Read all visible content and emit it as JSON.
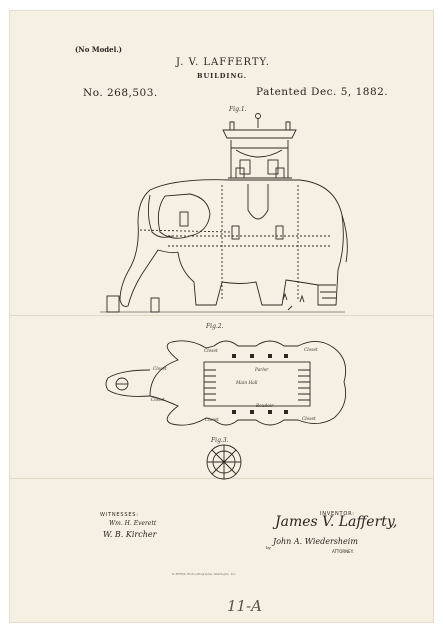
{
  "header": {
    "no_model": "(No Model.)",
    "inventor": "J. V. LAFFERTY.",
    "title": "BUILDING.",
    "patent_number": "No. 268,503.",
    "patent_date": "Patented Dec. 5, 1882."
  },
  "figures": {
    "fig1_label": "Fig.1.",
    "fig2_label": "Fig.2.",
    "fig3_label": "Fig.3."
  },
  "floor_plan_rooms": {
    "closet_top_left": "Closet",
    "closet_top_right": "Closet",
    "closet_bottom_left": "Closet",
    "closet_bottom_right": "Closet",
    "closet_head_upper": "Closet",
    "closet_head_lower": "Closet",
    "main_hall": "Main Hall",
    "parlor": "Parlor",
    "boudoir": "Boudoir"
  },
  "footer": {
    "witnesses_label": "WITNESSES:",
    "witness_sig_1": "Wm. H. Everett",
    "witness_sig_2": "W. B. Kircher",
    "inventor_label": "INVENTOR:",
    "inventor_signature": "James V. Lafferty,",
    "by_label": "by",
    "attorney_signature": "John A. Wiedersheim",
    "attorney_label": "ATTORNEY.",
    "printer_line": "N. PETERS, Photo-Lithographer, Washington, D.C.",
    "handwritten_mark": "11-A"
  }
}
